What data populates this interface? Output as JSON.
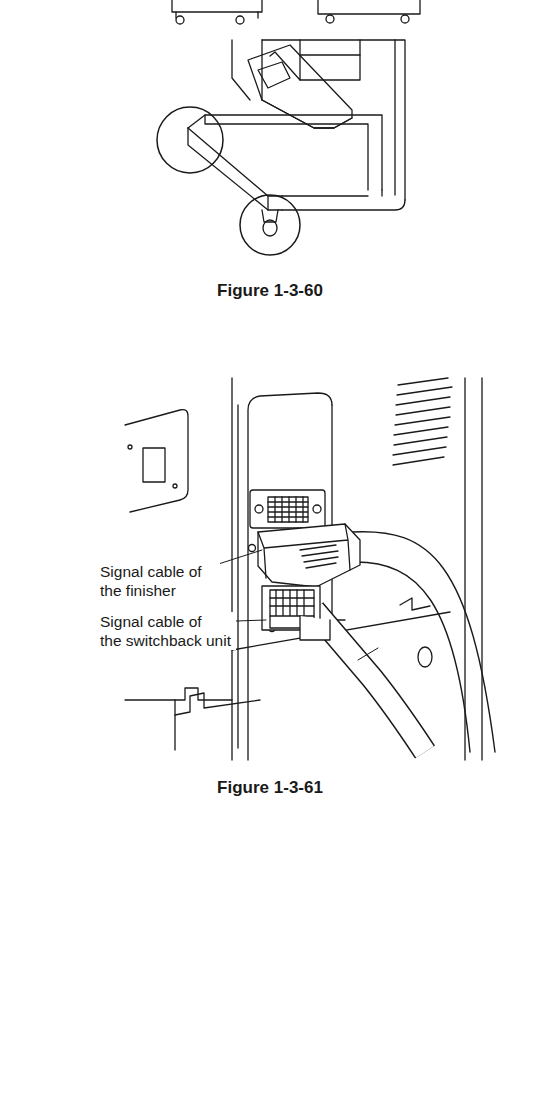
{
  "diagram": {
    "labels": [
      "Figure 1-3-60",
      "Signal cable of the finisher",
      "Signal cable of the switchback unit",
      "Figure 1-3-61"
    ]
  }
}
